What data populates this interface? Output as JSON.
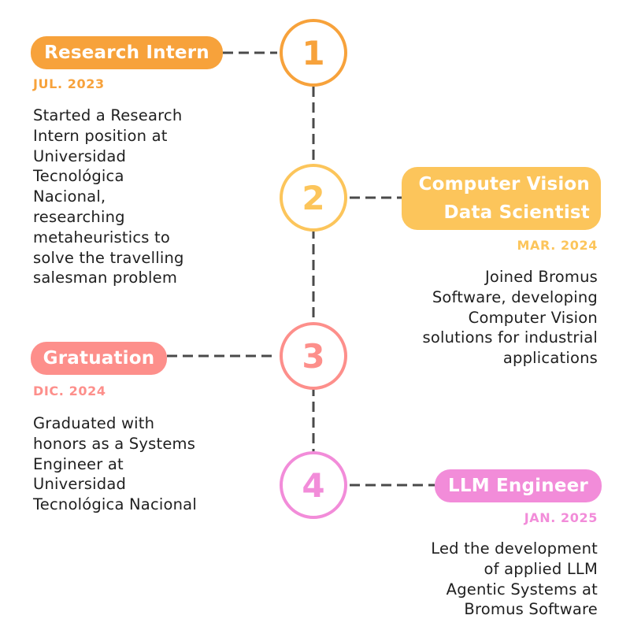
{
  "colors": {
    "connector": "#4a4a4a",
    "text": "#1f1f1f"
  },
  "milestones": [
    {
      "number": "1",
      "title": "Research Intern",
      "title_lines": [
        "Research Intern"
      ],
      "date": "JUL. 2023",
      "description_lines": [
        "Started a Research",
        "Intern position at",
        "Universidad",
        "Tecnológica",
        "Nacional,",
        "researching",
        "metaheuristics to",
        "solve the travelling",
        "salesman problem"
      ],
      "color": "#f7a23b",
      "side": "left"
    },
    {
      "number": "2",
      "title": "Computer Vision Data Scientist",
      "title_lines": [
        "Computer Vision",
        "Data Scientist"
      ],
      "date": "MAR. 2024",
      "description_lines": [
        "Joined Bromus",
        "Software, developing",
        "Computer Vision",
        "solutions for industrial",
        "applications"
      ],
      "color": "#fcc55b",
      "side": "right"
    },
    {
      "number": "3",
      "title": "Gratuation",
      "title_lines": [
        "Gratuation"
      ],
      "date": "DIC. 2024",
      "description_lines": [
        "Graduated with",
        "honors as a Systems",
        "Engineer at",
        "Universidad",
        "Tecnológica Nacional"
      ],
      "color": "#fd8f8b",
      "side": "left"
    },
    {
      "number": "4",
      "title": "LLM Engineer",
      "title_lines": [
        "LLM Engineer"
      ],
      "date": "JAN. 2025",
      "description_lines": [
        "Led the development",
        "of applied LLM",
        "Agentic Systems at",
        "Bromus Software"
      ],
      "color": "#f28cd9",
      "side": "right"
    }
  ]
}
